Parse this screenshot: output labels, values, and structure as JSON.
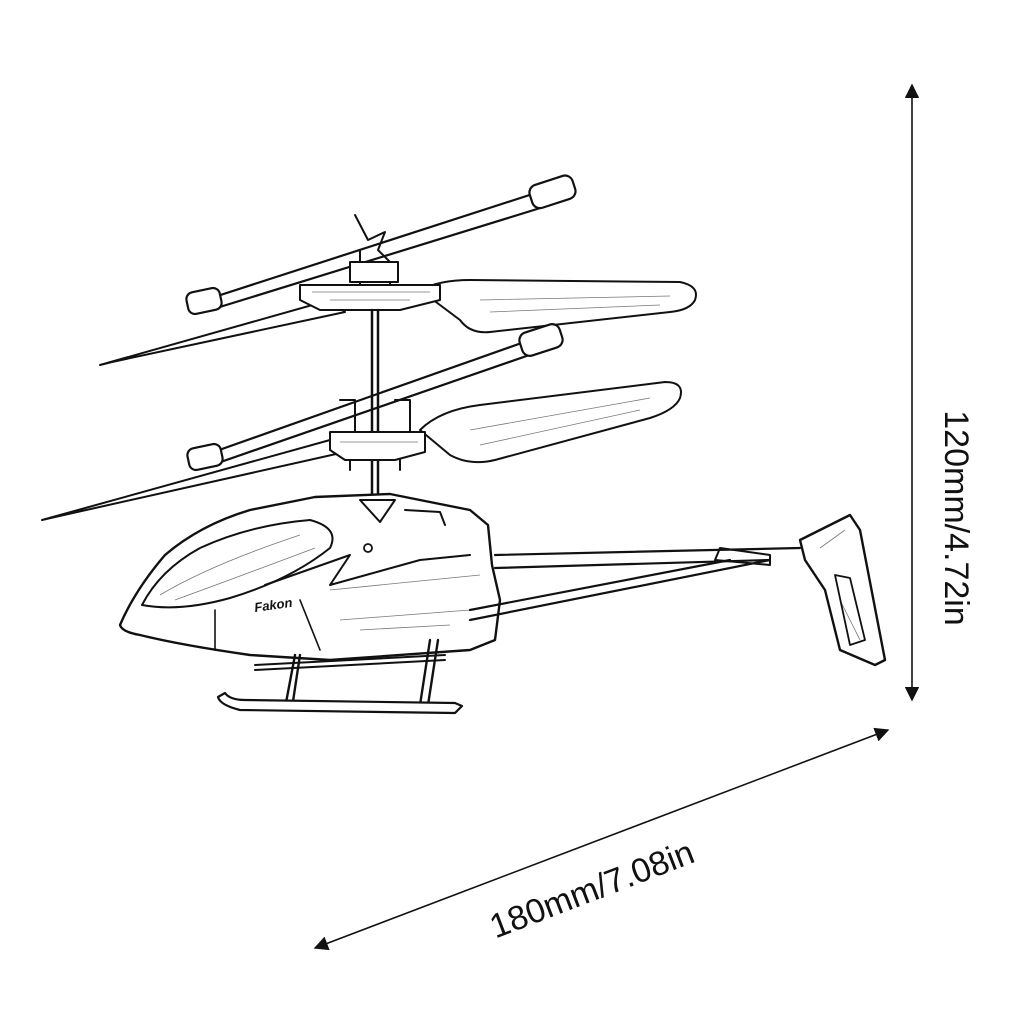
{
  "dimensions": {
    "height_label": "120mm/4.72in",
    "width_label": "180mm/7.08in"
  },
  "product": {
    "brand_label": "Fakon"
  },
  "colors": {
    "ink": "#111111",
    "background": "#ffffff"
  }
}
